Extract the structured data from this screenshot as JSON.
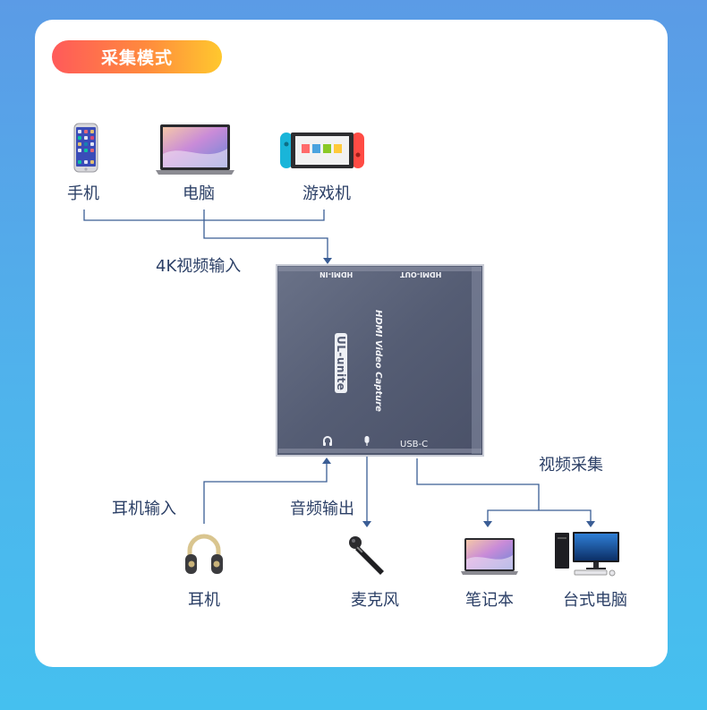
{
  "mode_title": "采集模式",
  "labels": {
    "phone": "手机",
    "laptop_top": "电脑",
    "console": "游戏机",
    "input_4k": "4K视频输入",
    "headphone_in": "耳机输入",
    "audio_out": "音频输出",
    "video_capture": "视频采集",
    "headphones": "耳机",
    "microphone": "麦克风",
    "notebook": "笔记本",
    "desktop": "台式电脑"
  },
  "device": {
    "hdmi_in": "HDMI-IN",
    "hdmi_out": "HDMI-OUT",
    "brand": "UL-unite",
    "product": "HDMI Video Capture",
    "usb": "USB-C"
  },
  "colors": {
    "line": "#3a5d95",
    "text": "#2b3f66",
    "device_body": "#555d74"
  }
}
